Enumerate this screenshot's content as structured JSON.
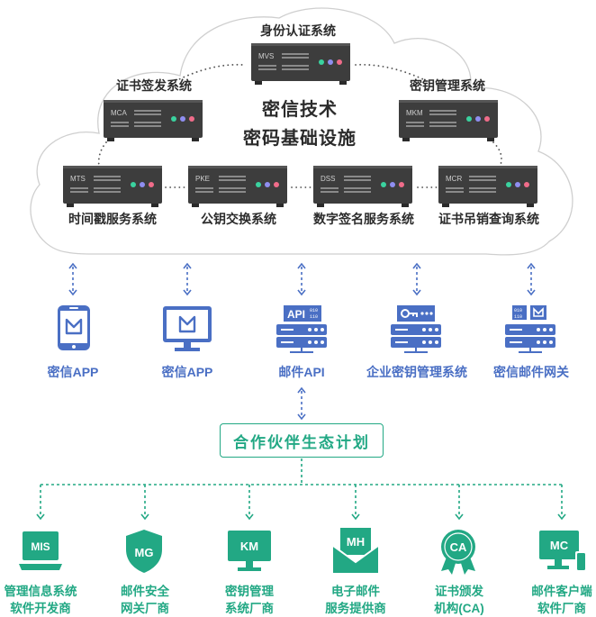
{
  "core": {
    "title_line1": "密信技术",
    "title_line2": "密码基础设施"
  },
  "servers": [
    {
      "code": "MVS",
      "label": "身份认证系统"
    },
    {
      "code": "MCA",
      "label": "证书签发系统"
    },
    {
      "code": "MKM",
      "label": "密钥管理系统"
    },
    {
      "code": "MTS",
      "label": "时间戳服务系统"
    },
    {
      "code": "PKE",
      "label": "公钥交换系统"
    },
    {
      "code": "DSS",
      "label": "数字签名服务系统"
    },
    {
      "code": "MCR",
      "label": "证书吊销查询系统"
    }
  ],
  "access_points": [
    {
      "label": "密信APP",
      "icon": "phone-app-icon"
    },
    {
      "label": "密信APP",
      "icon": "desktop-app-icon"
    },
    {
      "label": "邮件API",
      "icon": "api-server-icon",
      "icon_text": "API",
      "icon_bits": [
        "010",
        "110"
      ]
    },
    {
      "label": "企业密钥管理系统",
      "icon": "key-server-icon"
    },
    {
      "label": "密信邮件网关",
      "icon": "gateway-server-icon",
      "icon_bits": [
        "010",
        "110"
      ]
    }
  ],
  "ecosystem": {
    "label": "合作伙伴生态计划"
  },
  "partners": [
    {
      "code": "MIS",
      "line1": "管理信息系统",
      "line2": "软件开发商",
      "icon": "laptop-icon"
    },
    {
      "code": "MG",
      "line1": "邮件安全",
      "line2": "网关厂商",
      "icon": "shield-icon"
    },
    {
      "code": "KM",
      "line1": "密钥管理",
      "line2": "系统厂商",
      "icon": "monitor-icon"
    },
    {
      "code": "MH",
      "line1": "电子邮件",
      "line2": "服务提供商",
      "icon": "envelope-icon"
    },
    {
      "code": "CA",
      "line1": "证书颁发",
      "line2": "机构(CA)",
      "icon": "badge-icon"
    },
    {
      "code": "MC",
      "line1": "邮件客户端",
      "line2": "软件厂商",
      "icon": "devices-icon"
    }
  ],
  "colors": {
    "server_body": "#3d3d3d",
    "accent_blue": "#4a6fc4",
    "accent_green": "#22a884",
    "cloud_border": "#d0d0d0"
  }
}
